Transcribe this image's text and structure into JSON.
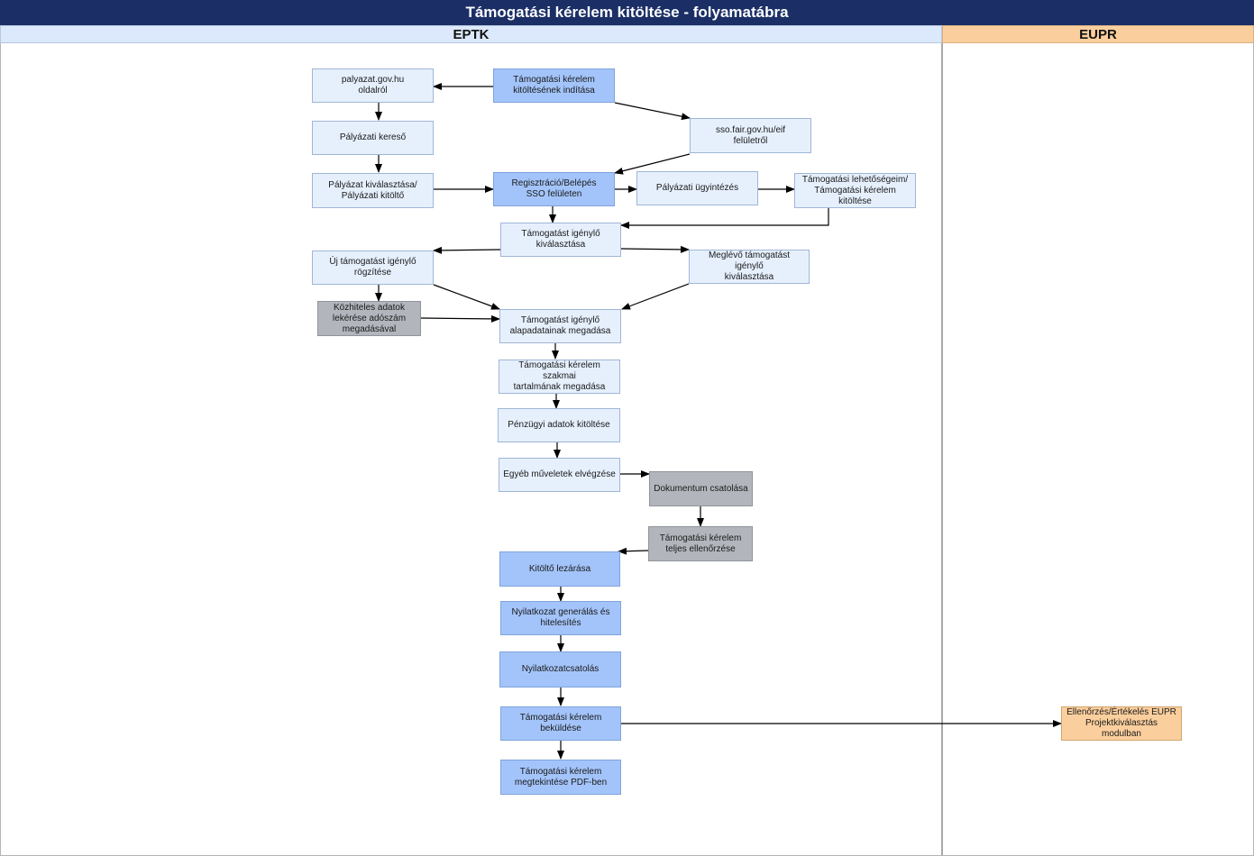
{
  "title": "Támogatási kérelem kitöltése - folyamatábra",
  "lanes": {
    "eptk": "EPTK",
    "eupr": "EUPR"
  },
  "nodes": {
    "palyazat_gov": "palyazat.gov.hu\noldalról",
    "inditas": "Támogatási kérelem\nkitöltésének indítása",
    "sso_fair": "sso.fair.gov.hu/eif\nfelületről",
    "kereso": "Pályázati kereső",
    "kivalasztas": "Pályázat kiválasztása/\nPályázati kitöltő",
    "regisztracio": "Regisztráció/Belépés\nSSO felületen",
    "ugyintezes": "Pályázati ügyintézés",
    "lehetosegeim": "Támogatási lehetőségeim/\nTámogatási kérelem kitöltése",
    "igenylo_kivalasztasa": "Támogatást igénylő\nkiválasztása",
    "uj_igenylo": "Új támogatást igénylő\nrögzítése",
    "meglevo_igenylo": "Meglévő támogatást igénylő\nkiválasztása",
    "kozhiteles": "Közhiteles adatok\nlekérése adószám\nmegadásával",
    "alapadatok": "Támogatást igénylő\nalapadatainak megadása",
    "szakmai": "Támogatási kérelem szakmai\ntartalmának megadása",
    "penzugyi": "Pénzügyi adatok kitöltése",
    "egyeb": "Egyéb műveletek elvégzése",
    "dokumentum": "Dokumentum csatolása",
    "teljes_ellenorzes": "Támogatási kérelem\nteljes ellenőrzése",
    "lezaras": "Kitöltő lezárása",
    "nyilatkozat_gen": "Nyilatkozat generálás és\nhitelesítés",
    "nyilatkozatcsatolas": "Nyilatkozatcsatolás",
    "bekuldes": "Támogatási kérelem\nbeküldése",
    "pdf": "Támogatási kérelem\nmegtekintése PDF-ben",
    "ellenorzes_eupr": "Ellenőrzés/Értékelés EUPR\nProjektkiválasztás modulban"
  },
  "colors": {
    "title_bar": "#1b2f66",
    "eptk_header": "#dce8fb",
    "eupr_header": "#fbcf9d",
    "light_box": "#e6f0fd",
    "blue_box": "#a3c4fa",
    "gray_box": "#b2b6bc",
    "orange_box": "#fbcf9d"
  }
}
